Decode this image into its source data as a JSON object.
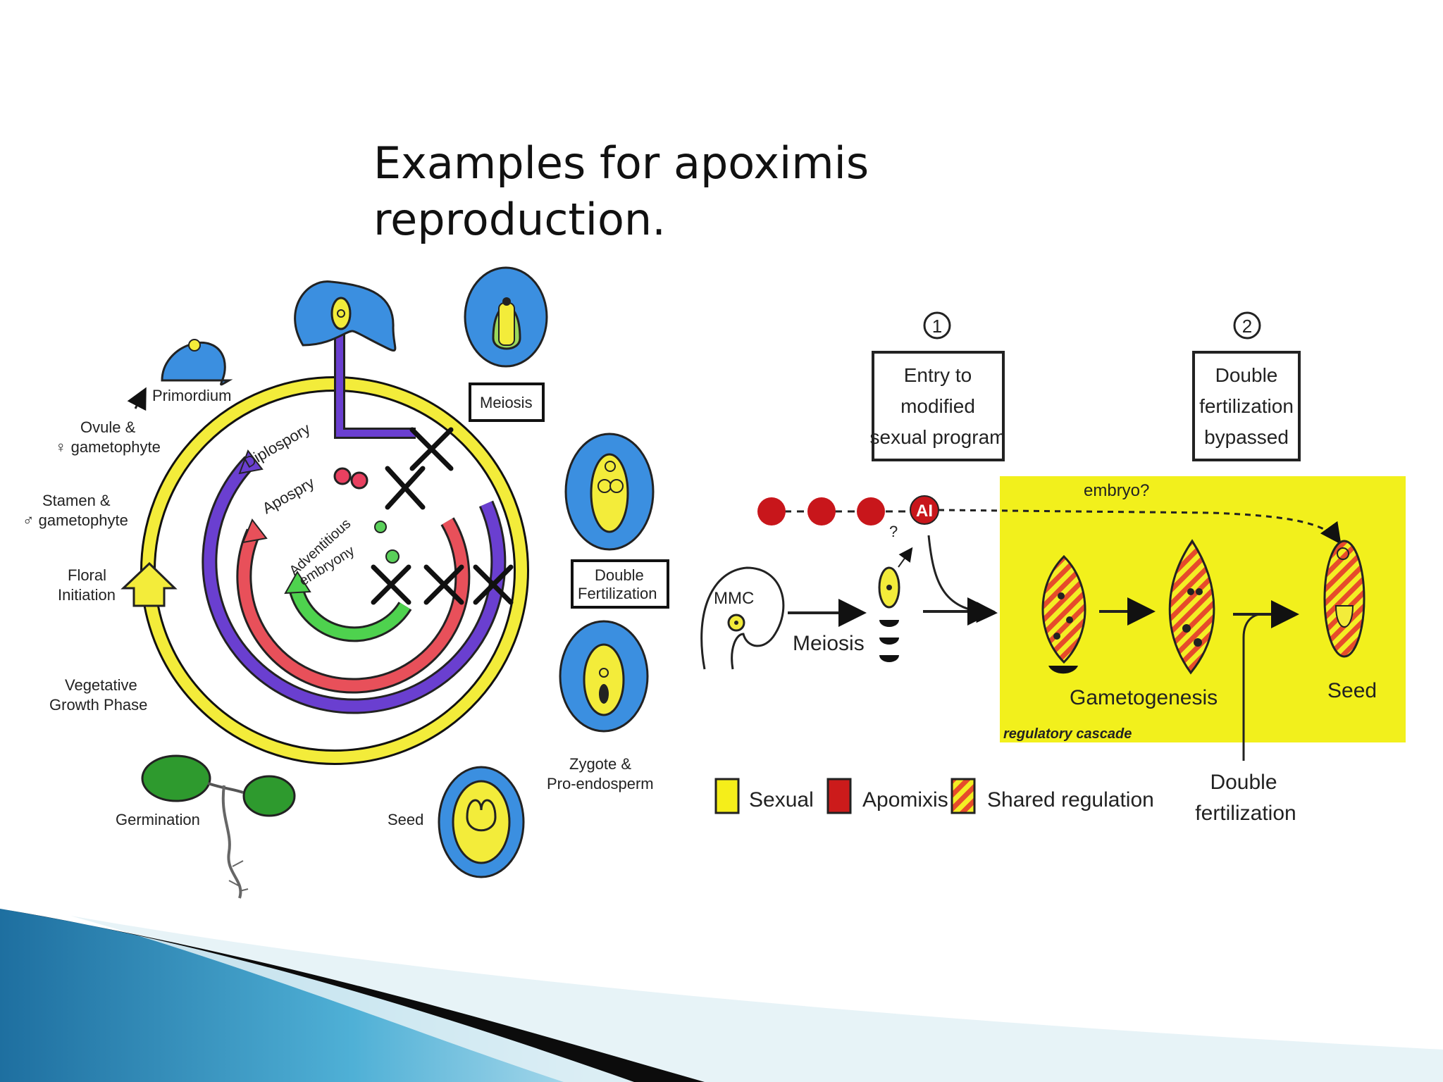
{
  "slide": {
    "title": "Examples for apoximis reproduction."
  },
  "life_cycle": {
    "stages": {
      "primordium": "Primordium",
      "ovule_line1": "Ovule &",
      "ovule_line2": "♀ gametophyte",
      "stamen_line1": "Stamen &",
      "stamen_line2": "♂ gametophyte",
      "floral_line1": "Floral",
      "floral_line2": "Initiation",
      "vegetative_line1": "Vegetative",
      "vegetative_line2": "Growth Phase",
      "germination": "Germination",
      "seed": "Seed",
      "zygote_line1": "Zygote &",
      "zygote_line2": "Pro-endosperm"
    },
    "boxes": {
      "meiosis": "Meiosis",
      "double_line1": "Double",
      "double_line2": "Fertilization"
    },
    "pathways": {
      "diplospory": "Diplospory",
      "apospry": "Apospry",
      "adventitious_line1": "Adventitious",
      "adventitious_line2": "embryony"
    }
  },
  "regulation": {
    "step1": {
      "number": "1",
      "line1": "Entry to",
      "line2": "modified",
      "line3": "sexual program"
    },
    "step2": {
      "number": "2",
      "line1": "Double",
      "line2": "fertilization",
      "line3": "bypassed"
    },
    "ai_label": "AI",
    "question": "?",
    "embryo_label": "embryo?",
    "mmc": "MMC",
    "meiosis": "Meiosis",
    "gametogenesis": "Gametogenesis",
    "seed": "Seed",
    "regulatory_cascade": "regulatory cascade",
    "double_fert_line1": "Double",
    "double_fert_line2": "fertilization",
    "legend": [
      {
        "label": "Sexual",
        "color": "#f5ee1a"
      },
      {
        "label": "Apomixis",
        "color": "#cc1b1b"
      },
      {
        "label": "Shared regulation",
        "color": "striped"
      }
    ]
  },
  "colors": {
    "cell_blue": "#3b8fe0",
    "ring_yellow": "#f3ec3a",
    "diplospory_purple": "#6a3fd0",
    "apospory_red": "#e8505a",
    "adventitious_green": "#4ed24e",
    "highlight_yellow": "#f2f01c",
    "dot_red": "#c8161b"
  }
}
